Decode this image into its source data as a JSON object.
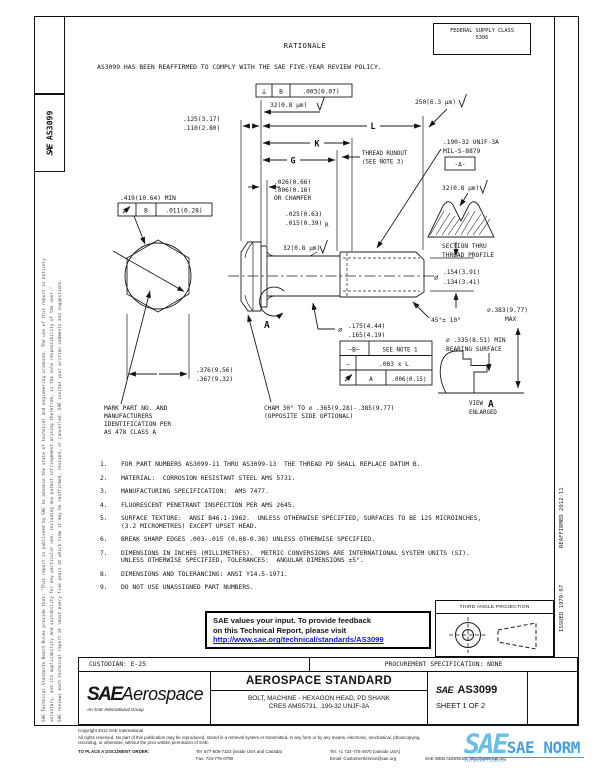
{
  "header": {
    "fsc_line1": "FEDERAL SUPPLY CLASS",
    "fsc_line2": "5306",
    "rationale_title": "RATIONALE",
    "rationale_text": "AS3099 HAS BEEN REAFFIRMED TO COMPLY WITH THE SAE FIVE-YEAR REVIEW POLICY."
  },
  "margins": {
    "left_doc_id_sae": "SAE",
    "left_doc_id_number": "AS3099",
    "disclaimer_line1": "SAE Technical Standards Board Rules provide that: \"This report is published by SAE to advance the state of technical and engineering sciences. The use of this report is entirely",
    "disclaimer_line2": "voluntary, and its applicability and suitability for any particular use, including any patent infringement arising therefrom, is the sole responsibility of the user.\"",
    "disclaimer_line3": "SAE reviews each technical report at least every five years at which time it may be reaffirmed, revised, or cancelled. SAE invites your written comments and suggestions.",
    "reaffirmed": "REAFFIRMED 2012-11",
    "issued": "ISSUED 1979-07"
  },
  "dw": {
    "perp": "⊥",
    "datum_b": "B",
    "tol_003_007": ".003(0.07)",
    "sf32": "32(0.8 μm)",
    "sf250": "250(6.3 μm)",
    "dim_125": ".125(3.17)",
    "dim_110": ".110(2.80)",
    "letter_l": "L",
    "letter_k": "K",
    "letter_g": "G",
    "runout_1": "THREAD RUNOUT",
    "runout_2": "(SEE NOTE 3)",
    "thread_callout_1": ".190-32 UNJF-3A",
    "thread_callout_2": "MIL-S-8879",
    "datum_a_box": "-A-",
    "cham_026": ".026(0.66)",
    "cham_006": ".006(0.16)",
    "cham_lbl": "OR CHAMFER",
    "min_419": ".419(10.64) MIN",
    "tol_011": ".011(0.28)",
    "rad_025": ".025(0.63)",
    "rad_015": ".015(0.39)",
    "rad_r": "R",
    "sect_1": "SECTION THRU",
    "sect_2": "THREAD PROFILE",
    "dia": "⌀",
    "d154": ".154(3.91)",
    "d134": ".134(3.41)",
    "d383": "⌀.383(9.77)",
    "d383_max": "MAX",
    "d175": ".175(4.44)",
    "d165": ".165(4.19)",
    "ang45": "45°± 10°",
    "d335": "⌀ .335(8.51) MIN",
    "bearing": "BEARING SURFACE",
    "tbl_b": "—B—",
    "tbl_see_note": "SEE NOTE 1",
    "tbl_dash": "—",
    "tbl_003xl": ".003 x L",
    "tbl_a": "A",
    "tbl_006": ".006(0.15)",
    "d376": ".376(9.56)",
    "d367": ".367(9.32)",
    "view_lbl": "VIEW",
    "view_a": "A",
    "enlarged": "ENLARGED",
    "a_callout": "A",
    "mark_1": "MARK PART NO. AND",
    "mark_2": "MANUFACTURERS",
    "mark_3": "IDENTIFICATION PER",
    "mark_4": "AS 478 CLASS A",
    "cham30_1": "CHAM 30° TO ⌀ .365(9.28)-.385(9.77)",
    "cham30_2": "(OPPOSITE SIDE OPTIONAL)"
  },
  "notes": {
    "items": [
      {
        "num": "1.",
        "text": "FOR PART NUMBERS AS3099-11 THRU AS3099-13  THE THREAD PD SHALL REPLACE DATUM B."
      },
      {
        "num": "2.",
        "text": "MATERIAL:  CORROSION RESISTANT STEEL AMS 5731."
      },
      {
        "num": "3.",
        "text": "MANUFACTURING SPECIFICATION:  AMS 7477."
      },
      {
        "num": "4.",
        "text": "FLUORESCENT PENETRANT INSPECTION PER AMS 2645."
      },
      {
        "num": "5.",
        "text": "SURFACE TEXTURE:  ANSI B46.1-1962.  UNLESS OTHERWISE SPECIFIED, SURFACES TO BE 125 MICROINCHES, (3.2 MICROMETRES) EXCEPT UPSET HEAD."
      },
      {
        "num": "6.",
        "text": "BREAK SHARP EDGES .003-.015 (0.08-0.38) UNLESS OTHERWISE SPECIFIED."
      },
      {
        "num": "7.",
        "text": "DIMENSIONS IN INCHES (MILLIMETRES).  METRIC CONVERSIONS ARE INTERNATIONAL SYSTEM UNITS (SI). UNLESS OTHERWISE SPECIFIED, TOLERANCES:  ANGULAR DIMENSIONS ±5°."
      },
      {
        "num": "8.",
        "text": "DIMENSIONS AND TOLERANCING: ANSI Y14.5-1971."
      },
      {
        "num": "9.",
        "text": "DO NOT USE UNASSIGNED PART NUMBERS."
      }
    ]
  },
  "feedback": {
    "line1": "SAE values your input. To provide feedback",
    "line2": "on this Technical Report, please visit",
    "link": "http://www.sae.org/technical/standards/AS3099"
  },
  "projection": {
    "label": "THIRD ANGLE PROJECTION"
  },
  "title_block": {
    "custodian": "CUSTODIAN: E-25",
    "procurement": "PROCUREMENT SPECIFICATION: NONE",
    "logo_sae": "SAE",
    "logo_aerospace": "Aerospace",
    "logo_sub": "An SAE International Group",
    "standard_type": "AEROSPACE STANDARD",
    "title_line1": "BOLT, MACHINE - HEXAGON HEAD, PD SHANK",
    "title_line2": "CRES AMS5731, .190-32 UNJF-3A",
    "doc_sae": "SAE",
    "doc_number": "AS3099",
    "sheet": "SHEET 1 OF 2"
  },
  "footer": {
    "copyright": "Copyright 2012 SAE International",
    "rights1": "All rights reserved. No part of this publication may be reproduced, stored in a retrieval system or transmitted, in any form or by any means, electronic, mechanical, photocopying,",
    "rights2": "recording, or otherwise, without the prior written permission of SAE.",
    "order_label": "TO PLACE A DOCUMENT ORDER:",
    "tel1": "Tel: 877-606-7323 (inside USA and Canada)",
    "tel2": "Tel: +1 724-776-4970 (outside USA)",
    "fax": "Fax: 724-776-0790",
    "email": "Email: CustomerService@sae.org",
    "web": "SAE WEB ADDRESS: http://www.sae.org"
  },
  "watermark": {
    "sae": "SAE",
    "norm": "SAE NORM",
    "international": "INTERNATIONAL"
  }
}
